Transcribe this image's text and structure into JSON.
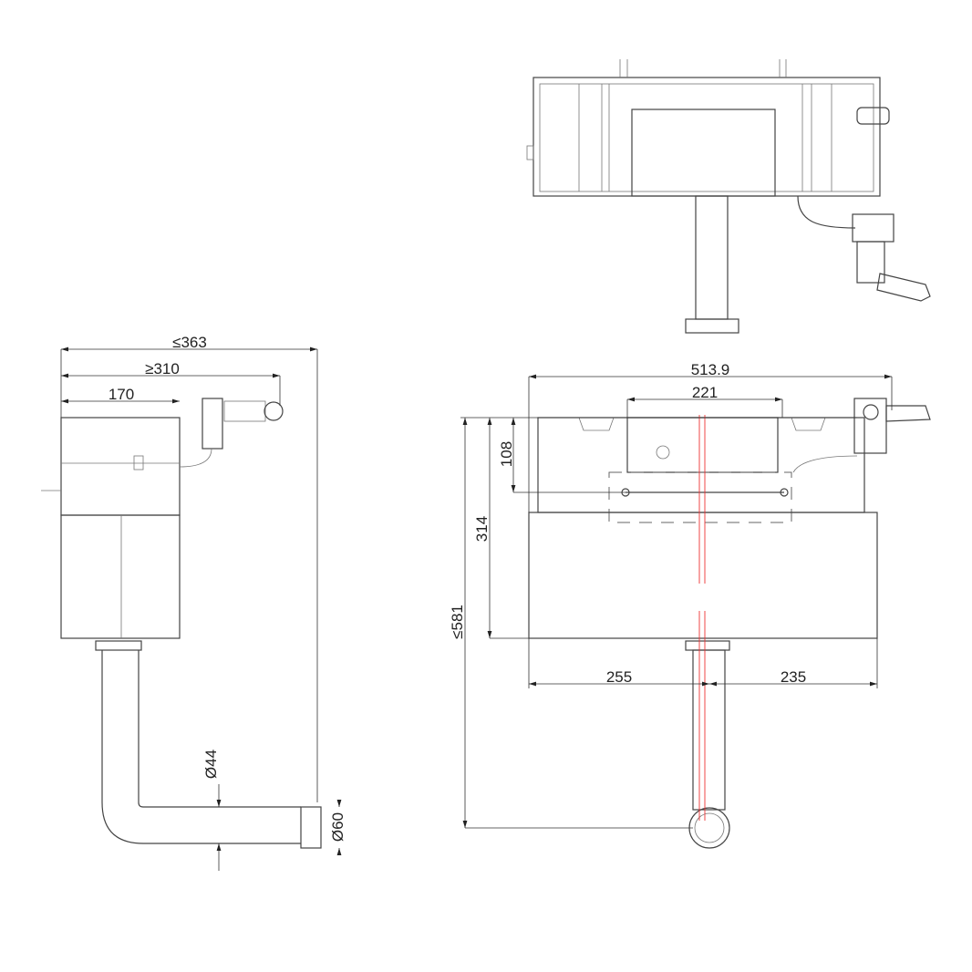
{
  "side_view": {
    "dims": {
      "overall_max": "≤363",
      "depth_min": "≥310",
      "cistern_depth": "170",
      "pipe_diameter": "Ø44",
      "outlet_diameter": "Ø60"
    }
  },
  "front_view": {
    "dims": {
      "width": "513.9",
      "frame_width": "221",
      "top_height": "108",
      "tank_height": "314",
      "overall_height_max": "≤581",
      "left_offset": "255",
      "right_offset": "235"
    }
  },
  "colors": {
    "line": "#444444",
    "centerline": "#ee3333"
  }
}
